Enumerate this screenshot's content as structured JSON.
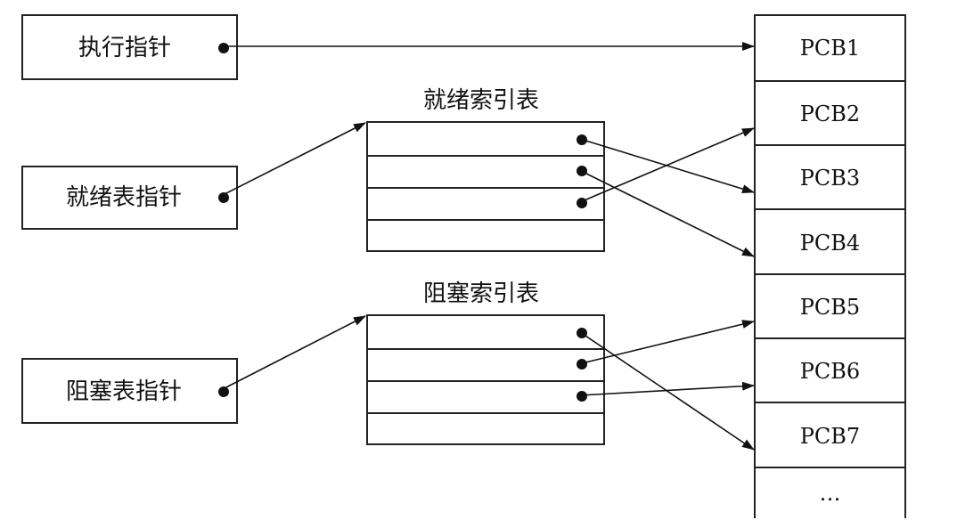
{
  "pointers": {
    "exec": "执行指针",
    "ready": "就绪表指针",
    "blocked": "阻塞表指针"
  },
  "tables": {
    "ready_title": "就绪索引表",
    "blocked_title": "阻塞索引表"
  },
  "pcbs": [
    "PCB1",
    "PCB2",
    "PCB3",
    "PCB4",
    "PCB5",
    "PCB6",
    "PCB7",
    "…"
  ],
  "links": {
    "exec": "PCB1",
    "ready_rows": [
      "PCB3",
      "PCB4",
      "PCB2",
      null
    ],
    "blocked_rows": [
      "PCB7",
      "PCB5",
      "PCB6",
      null
    ]
  }
}
